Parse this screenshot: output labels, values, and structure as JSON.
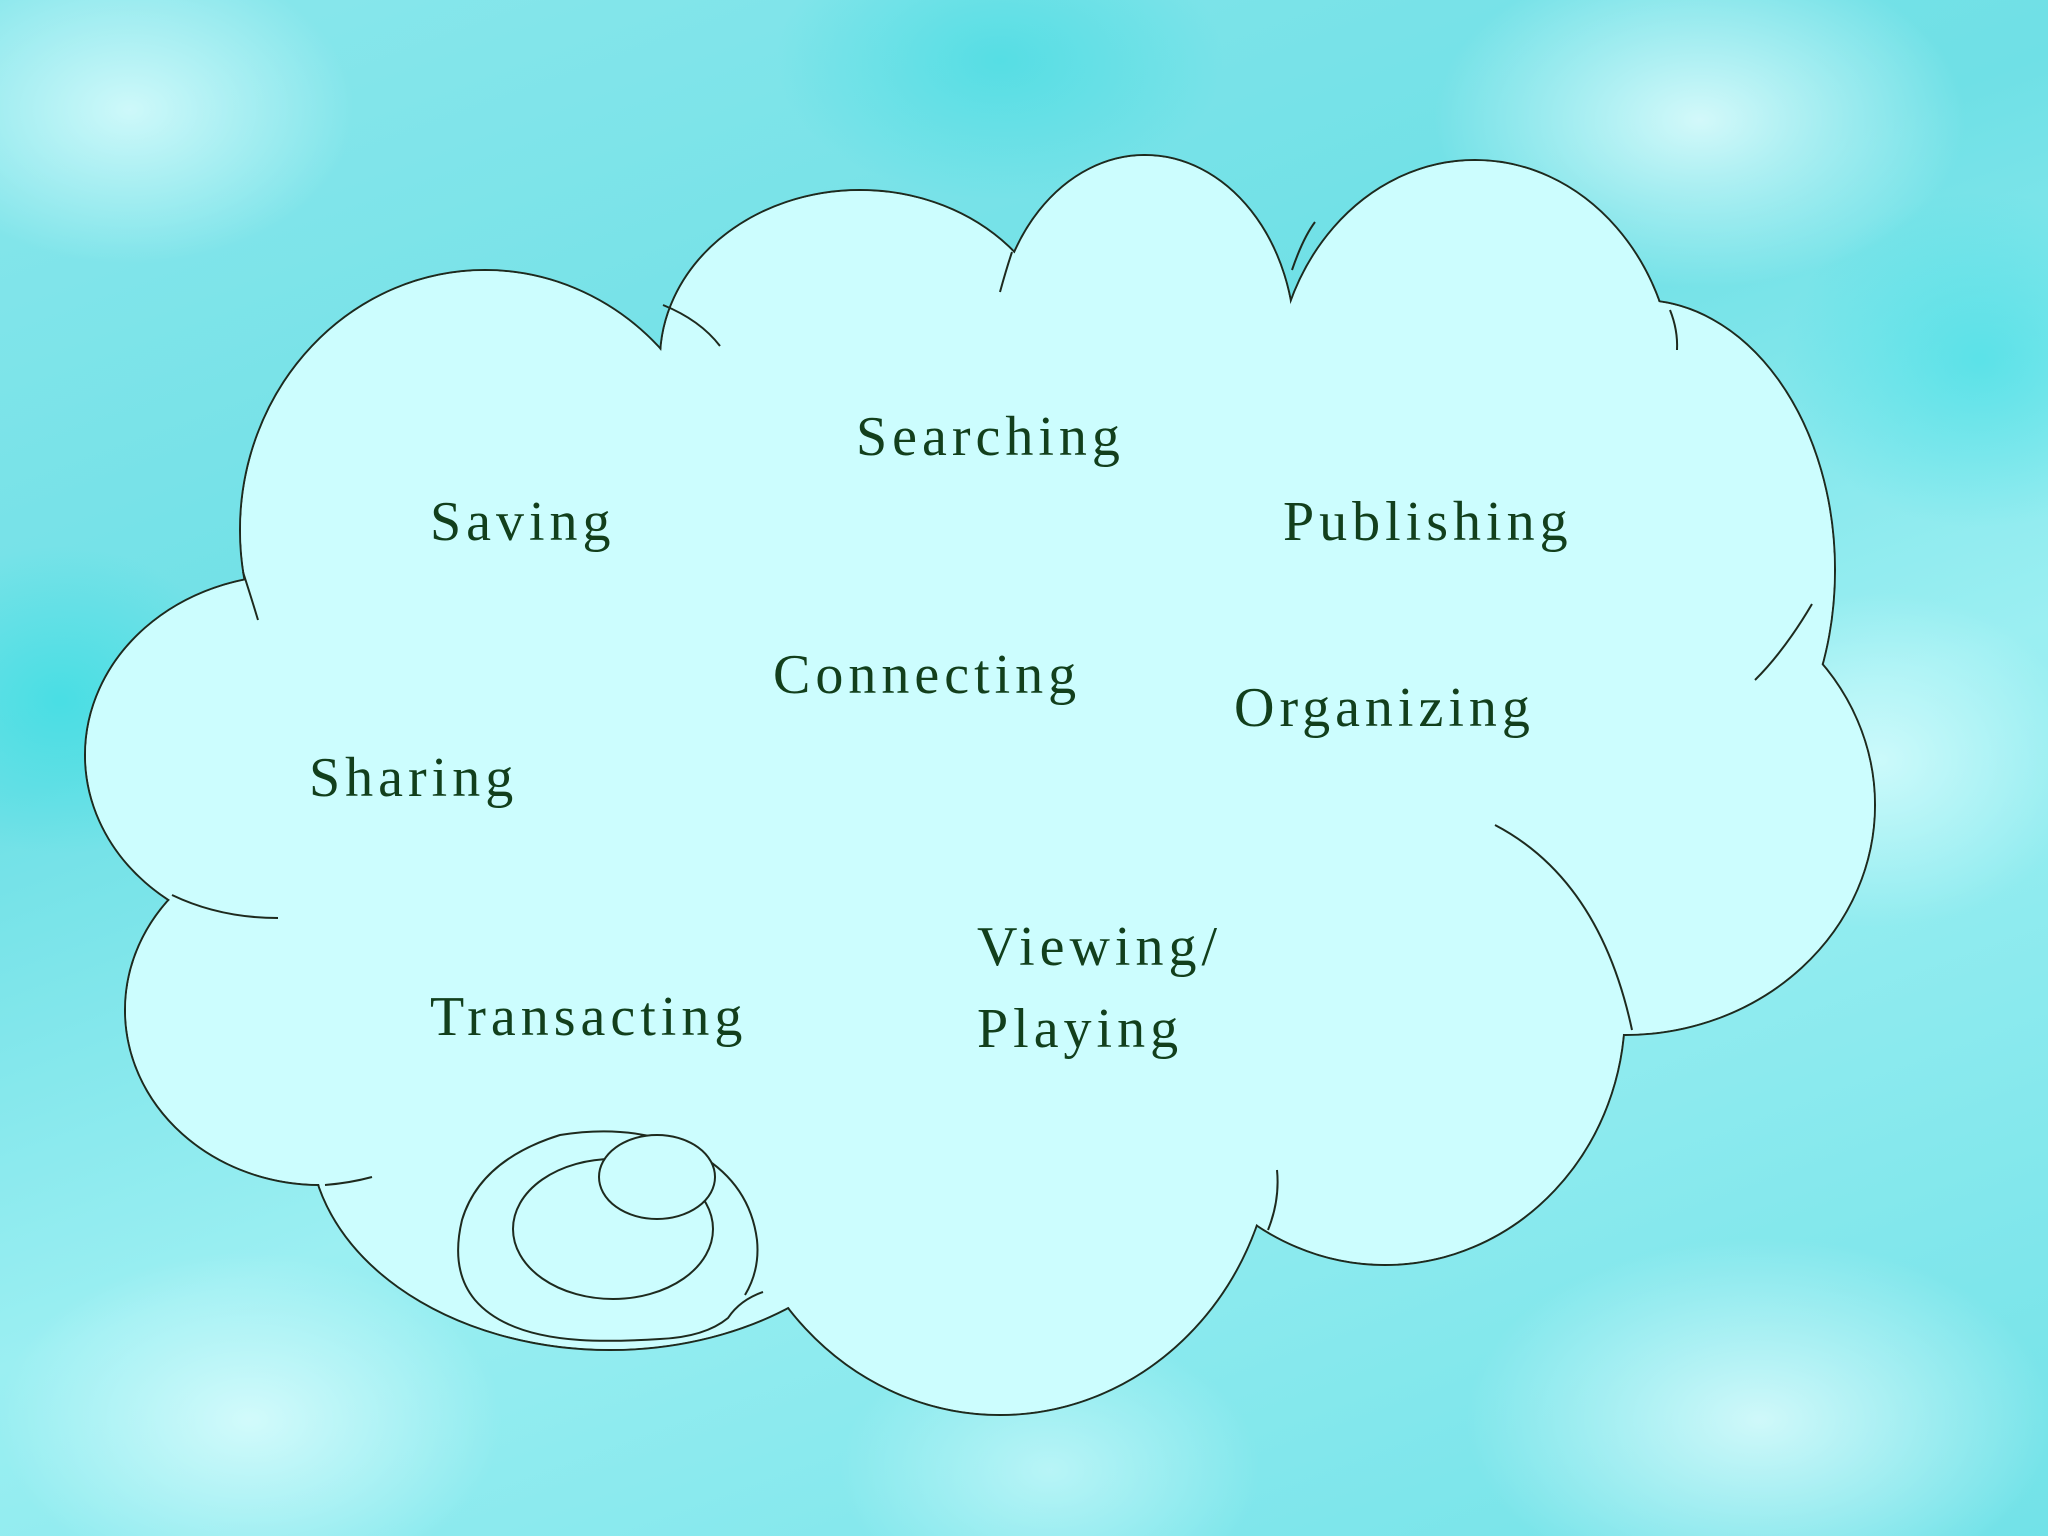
{
  "cloud": {
    "labels": {
      "searching": "Searching",
      "saving": "Saving",
      "publishing": "Publishing",
      "connecting": "Connecting",
      "organizing": "Organizing",
      "sharing": "Sharing",
      "transacting": "Transacting",
      "viewing_line1": "Viewing/",
      "viewing_line2": "Playing"
    }
  },
  "colors": {
    "cloud_fill": "#ccfdfe",
    "outline": "#1e2a1e",
    "text": "#123f1c",
    "background": "#7fe6ea"
  }
}
